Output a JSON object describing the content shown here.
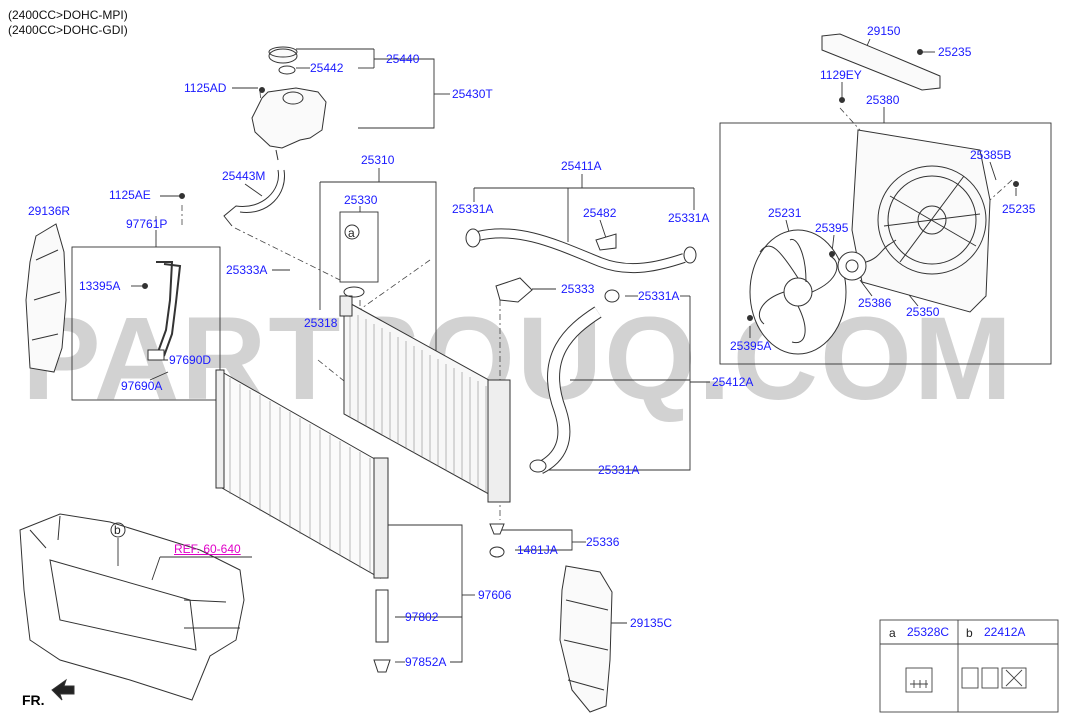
{
  "header": {
    "line1": "(2400CC>DOHC-MPI)",
    "line2": "(2400CC>DOHC-GDI)"
  },
  "watermark": "PARTSOUQ.COM",
  "direction_label": "FR.",
  "reference": "REF. 60-640",
  "circle_markers": {
    "a": "a",
    "b": "b"
  },
  "legend": {
    "a_label": "a",
    "a_part": "25328C",
    "b_label": "b",
    "b_part": "22412A"
  },
  "parts": {
    "p25440": "25440",
    "p25442": "25442",
    "p25430T": "25430T",
    "p1125AD": "1125AD",
    "p25443M": "25443M",
    "p25310": "25310",
    "p25330": "25330",
    "p25411A": "25411A",
    "p25331A_1": "25331A",
    "p25482": "25482",
    "p25331A_2": "25331A",
    "p1125AE": "1125AE",
    "p97761P": "97761P",
    "p29136R": "29136R",
    "p13395A": "13395A",
    "p25333A": "25333A",
    "p25318": "25318",
    "p25333": "25333",
    "p25331A_3": "25331A",
    "p97690D": "97690D",
    "p97690A": "97690A",
    "p25412A": "25412A",
    "p25331A_4": "25331A",
    "p29150": "29150",
    "p25235_1": "25235",
    "p1129EY": "1129EY",
    "p25380": "25380",
    "p25385B": "25385B",
    "p25235_2": "25235",
    "p25231": "25231",
    "p25395": "25395",
    "p25386": "25386",
    "p25350": "25350",
    "p25395A": "25395A",
    "p25336": "25336",
    "p1481JA": "1481JA",
    "p97606": "97606",
    "p97802": "97802",
    "p97852A": "97852A",
    "p29135C": "29135C"
  },
  "colors": {
    "part_label": "#1a1aff",
    "reference": "#e000c8",
    "line": "#333333",
    "watermark": "#d2d2d2"
  }
}
